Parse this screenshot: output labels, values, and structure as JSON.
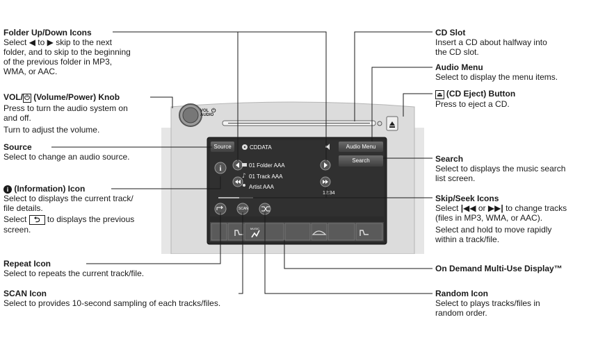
{
  "callouts": {
    "folder": {
      "title": "Folder Up/Down Icons",
      "line1": "Select",
      "line1b": "to",
      "line1c": "skip to the next",
      "line2": "folder, and to skip to the beginning",
      "line3": "of the previous folder in MP3,",
      "line4": "WMA, or AAC."
    },
    "vol": {
      "title_a": "VOL/",
      "title_b": " (Volume/Power) Knob",
      "line1": "Press to turn the audio system on",
      "line2": "and off.",
      "line3": "Turn to adjust the volume."
    },
    "source": {
      "title": "Source",
      "line1": "Select to change an audio source."
    },
    "info": {
      "title": " (Information) Icon",
      "line1": "Select to displays the current track/",
      "line2": "file details.",
      "line3a": "Select",
      "line3b": "to displays the previous",
      "line4": "screen."
    },
    "repeat": {
      "title": "Repeat Icon",
      "line1": "Select to repeats the current track/file."
    },
    "scan": {
      "title": "SCAN Icon",
      "line1": "Select to provides 10-second sampling of each tracks/files."
    },
    "cd_slot": {
      "title": "CD Slot",
      "line1": "Insert a CD about halfway into",
      "line2": "the CD slot."
    },
    "audio_menu": {
      "title": "Audio Menu",
      "line1": "Select to display the menu items."
    },
    "eject": {
      "title": " (CD Eject) Button",
      "line1": "Press to eject a CD."
    },
    "search": {
      "title": "Search",
      "line1": "Select to displays the music search",
      "line2": "list screen."
    },
    "skip": {
      "title": "Skip/Seek Icons",
      "line1a": "Select",
      "line1b": "or",
      "line1c": "to change tracks",
      "line2": "(files in MP3, WMA, or AAC).",
      "line3": "Select and hold to move rapidly",
      "line4": "within a track/file."
    },
    "on_demand": {
      "title": "On Demand Multi-Use Display™"
    },
    "random": {
      "title": "Random Icon",
      "line1": "Select to plays tracks/files in",
      "line2": "random order."
    }
  },
  "unit": {
    "knob_label_a": "VOL",
    "knob_label_b": "AUDIO",
    "source_button": "Source",
    "header_title": "CDDATA",
    "audio_menu_button": "Audio Menu",
    "search_button": "Search",
    "folder": "01 Folder AAA",
    "track": "01 Track AAA",
    "artist": "Artist AAA",
    "time": "12:34",
    "scan_label": "SCAN",
    "music_label": "MUSIC"
  },
  "colors": {
    "screen": "#2b2b2b",
    "bezel": "#d9d9d9",
    "leader": "#1a1a1a"
  }
}
